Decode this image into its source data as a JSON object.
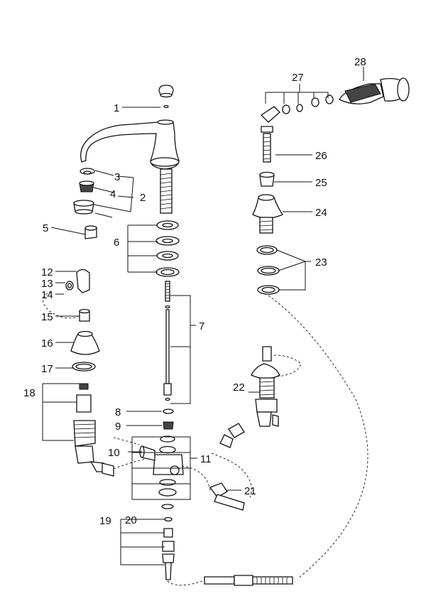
{
  "labels": {
    "p1": "1",
    "p2": "2",
    "p3": "3",
    "p4": "4",
    "p5": "5",
    "p6": "6",
    "p7": "7",
    "p8": "8",
    "p9": "9",
    "p10": "10",
    "p11": "11",
    "p12": "12",
    "p13": "13",
    "p14": "14",
    "p15": "15",
    "p16": "16",
    "p17": "17",
    "p18": "18",
    "p19": "19",
    "p20": "20",
    "p21": "21",
    "p22": "22",
    "p23": "23",
    "p24": "24",
    "p25": "25",
    "p26": "26",
    "p27": "27",
    "p28": "28"
  }
}
